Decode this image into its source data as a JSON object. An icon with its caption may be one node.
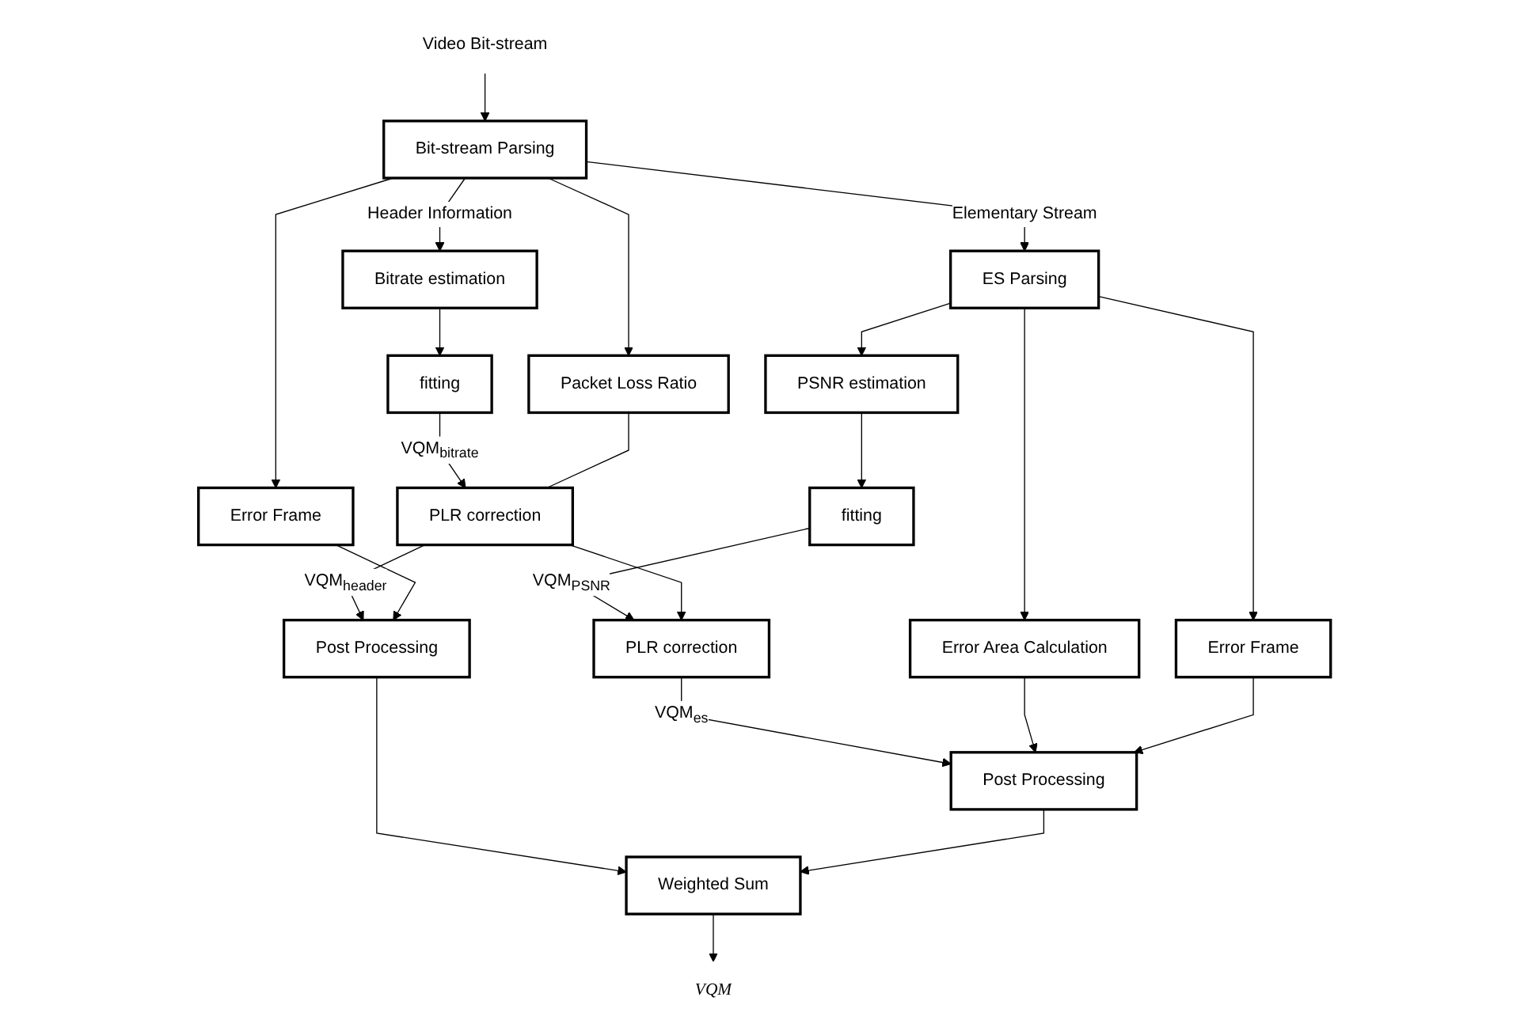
{
  "diagram": {
    "nodes": [
      {
        "text": [
          "Video Bit-stream"
        ]
      },
      {
        "text": [
          "Bit-stream Parsing"
        ]
      },
      {
        "text": [
          "ES Parsing"
        ]
      },
      {
        "text": [
          "Bitrate estimation"
        ]
      },
      {
        "text": [
          "fitting"
        ]
      },
      {
        "text": [
          "fitting"
        ]
      },
      {
        "text": [
          "PSNR estimation"
        ]
      },
      {
        "text": [
          "Error Area Calculation"
        ]
      },
      {
        "text": [
          "Packet Loss Ratio"
        ]
      },
      {
        "text": [
          "PLR correction"
        ]
      },
      {
        "text": [
          "PLR correction"
        ]
      },
      {
        "text": [
          "Error Frame"
        ]
      },
      {
        "text": [
          "Error Frame"
        ]
      },
      {
        "text": [
          "Post Processing"
        ]
      },
      {
        "text": [
          "Post Processing"
        ]
      },
      {
        "text": [
          "Weighted Sum"
        ]
      },
      {
        "text": [
          "VQM"
        ]
      }
    ],
    "edges": [
      {
        "from": 0,
        "to": 1,
        "arrow": "to"
      },
      {
        "from": 1,
        "to": 2,
        "arrow": "to",
        "label": "Elementary Stream"
      },
      {
        "from": 1,
        "to": 3,
        "arrow": "to",
        "label": "Header Information"
      },
      {
        "from": 1,
        "to": 8,
        "arrow": "to"
      },
      {
        "from": 1,
        "to": 12,
        "arrow": "to"
      },
      {
        "from": 2,
        "to": 6,
        "arrow": "to"
      },
      {
        "from": 2,
        "to": 7,
        "arrow": "to"
      },
      {
        "from": 2,
        "to": 11,
        "arrow": "to"
      },
      {
        "from": 3,
        "to": 4,
        "arrow": "to"
      },
      {
        "from": 6,
        "to": 5,
        "arrow": "to"
      },
      {
        "from": 4,
        "to": 9,
        "arrow": "to",
        "label": "VQM$_{bitrate}$"
      },
      {
        "from": 5,
        "to": 10,
        "arrow": "to",
        "label": "VQM$_{PSNR}$"
      },
      {
        "from": 8,
        "to": 9,
        "arrow": "none"
      },
      {
        "from": 9,
        "to": 10,
        "arrow": "to"
      },
      {
        "from": 9,
        "to": 13,
        "arrow": "to",
        "label": "VQM$_{header}$"
      },
      {
        "from": 10,
        "to": 14,
        "arrow": "to",
        "label": "VQM$_{es}$"
      },
      {
        "from": 12,
        "to": 13,
        "arrow": "to"
      },
      {
        "from": 7,
        "to": 14,
        "arrow": "to"
      },
      {
        "from": 11,
        "to": 14,
        "arrow": "to"
      },
      {
        "from": 13,
        "to": 15,
        "arrow": "to"
      },
      {
        "from": 14,
        "to": 15,
        "arrow": "to"
      },
      {
        "from": 15,
        "to": 16,
        "arrow": "to"
      }
    ]
  }
}
